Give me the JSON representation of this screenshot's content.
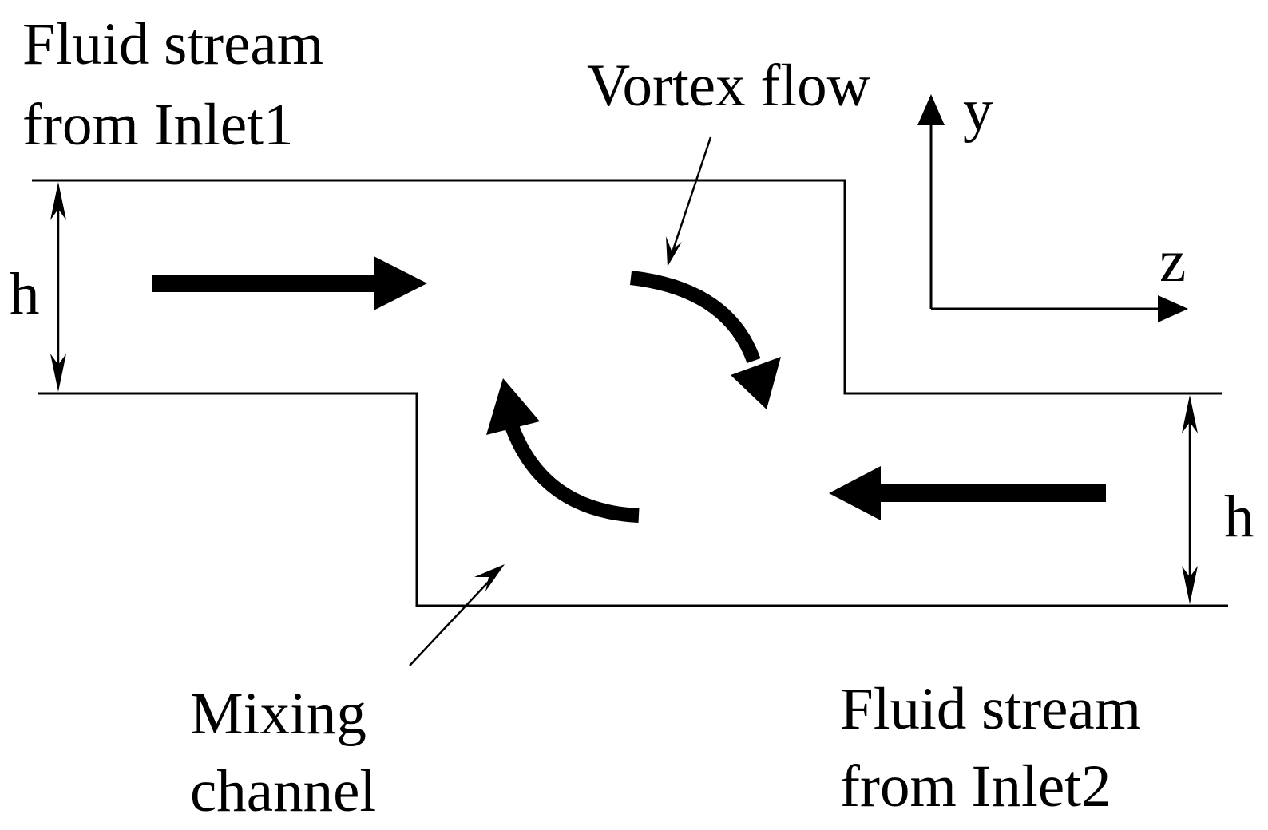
{
  "labels": {
    "inlet1_line1": "Fluid stream",
    "inlet1_line2": "from Inlet1",
    "inlet2_line1": "Fluid stream",
    "inlet2_line2": "from Inlet2",
    "vortex": "Vortex flow",
    "mixing_line1": "Mixing",
    "mixing_line2": "channel",
    "height_left": "h",
    "height_right": "h",
    "axis_y": "y",
    "axis_z": "z"
  },
  "colors": {
    "ink": "#000000",
    "background": "#ffffff"
  }
}
